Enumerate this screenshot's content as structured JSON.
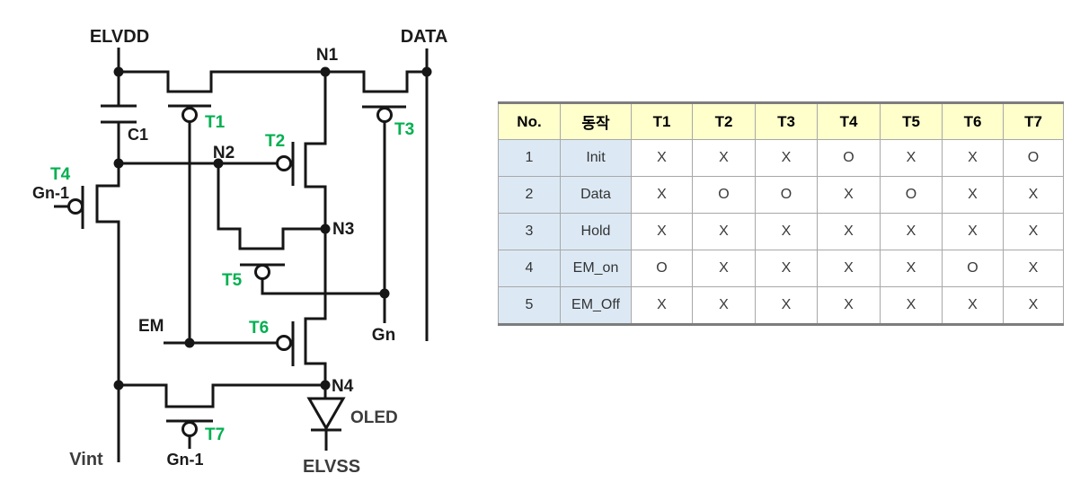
{
  "circuit": {
    "elvdd": "ELVDD",
    "data_line": "DATA",
    "capacitor": "C1",
    "nodes": {
      "n1": "N1",
      "n2": "N2",
      "n3": "N3",
      "n4": "N4"
    },
    "transistors": {
      "t1": "T1",
      "t2": "T2",
      "t3": "T3",
      "t4": "T4",
      "t5": "T5",
      "t6": "T6",
      "t7": "T7"
    },
    "signals": {
      "em": "EM",
      "gn": "Gn",
      "gn_prev_left": "Gn-1",
      "gn_prev_bottom": "Gn-1",
      "vint": "Vint",
      "elvss": "ELVSS",
      "oled": "OLED"
    },
    "colors": {
      "wire": "#161616",
      "transistor_label_green": "#00B050",
      "label_dark": "#1b1b1b",
      "label_gray": "#3c3c3c"
    }
  },
  "table": {
    "headers": [
      "No.",
      "동작",
      "T1",
      "T2",
      "T3",
      "T4",
      "T5",
      "T6",
      "T7"
    ],
    "rows": [
      [
        "1",
        "Init",
        "X",
        "X",
        "X",
        "O",
        "X",
        "X",
        "O"
      ],
      [
        "2",
        "Data",
        "X",
        "O",
        "O",
        "X",
        "O",
        "X",
        "X"
      ],
      [
        "3",
        "Hold",
        "X",
        "X",
        "X",
        "X",
        "X",
        "X",
        "X"
      ],
      [
        "4",
        "EM_on",
        "O",
        "X",
        "X",
        "X",
        "X",
        "O",
        "X"
      ],
      [
        "5",
        "EM_Off",
        "X",
        "X",
        "X",
        "X",
        "X",
        "X",
        "X"
      ]
    ],
    "colors": {
      "header_bg": "#FFFFCC",
      "row_label_bg": "#DCE9F5",
      "grid_border": "#a8a8a8",
      "outer_border": "#7d7d7d"
    }
  }
}
